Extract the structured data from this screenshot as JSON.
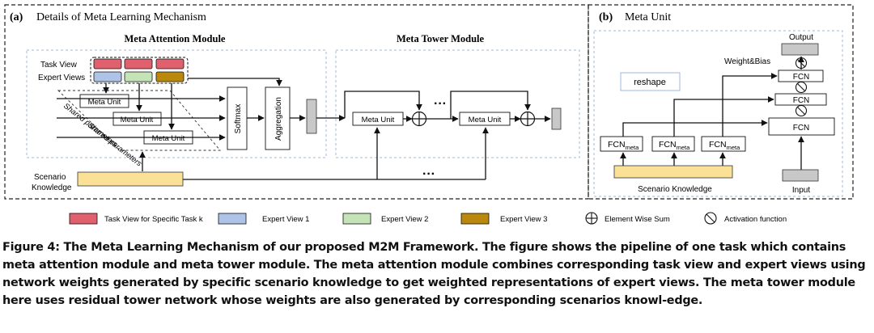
{
  "panel_a": {
    "tag": "(a)",
    "title": "Details of Meta Learning Mechanism",
    "attention_title": "Meta Attention Module",
    "tower_title": "Meta Tower Module",
    "task_view": "Task View",
    "expert_views": "Expert Views",
    "meta_unit": "Meta Unit",
    "shared_1": "Shared parameters",
    "shared_2": "Shared parameters",
    "softmax": "Softmax",
    "aggregation": "Aggregation",
    "scenario_1": "Scenario",
    "scenario_2": "Knowledge",
    "dots": "···"
  },
  "panel_b": {
    "tag": "(b)",
    "title": "Meta Unit",
    "output": "Output",
    "weight_bias": "Weight&Bias",
    "fcn": "FCN",
    "reshape": "reshape",
    "fcn_meta_main": "FCN",
    "fcn_meta_sub": "meta",
    "scenario_knowledge": "Scenario Knowledge",
    "input": "Input"
  },
  "legend": [
    {
      "label": "Task View for Specific Task k",
      "color": "#e0606e"
    },
    {
      "label": "Expert View 1",
      "color": "#aec3e6"
    },
    {
      "label": "Expert View 2",
      "color": "#c4e3b6"
    },
    {
      "label": "Expert View 3",
      "color": "#b9880c"
    },
    {
      "label": "Element Wise Sum",
      "icon": "circle-plus-icon"
    },
    {
      "label": "Activation function",
      "icon": "circle-slash-icon"
    }
  ],
  "colors": {
    "scenario": "#fae195",
    "gray_block": "#c8c8c8",
    "dashed_border": "#9db8dc"
  },
  "caption": "Figure 4: The Meta Learning Mechanism of our proposed M2M Framework. The figure shows the pipeline of one task which contains meta attention module and meta tower module. The meta attention module combines corresponding task view and expert views using network weights generated by specific scenario knowledge to get weighted representations of expert views. The meta tower module here uses residual tower network whose weights are also generated by corresponding scenarios knowl-edge."
}
